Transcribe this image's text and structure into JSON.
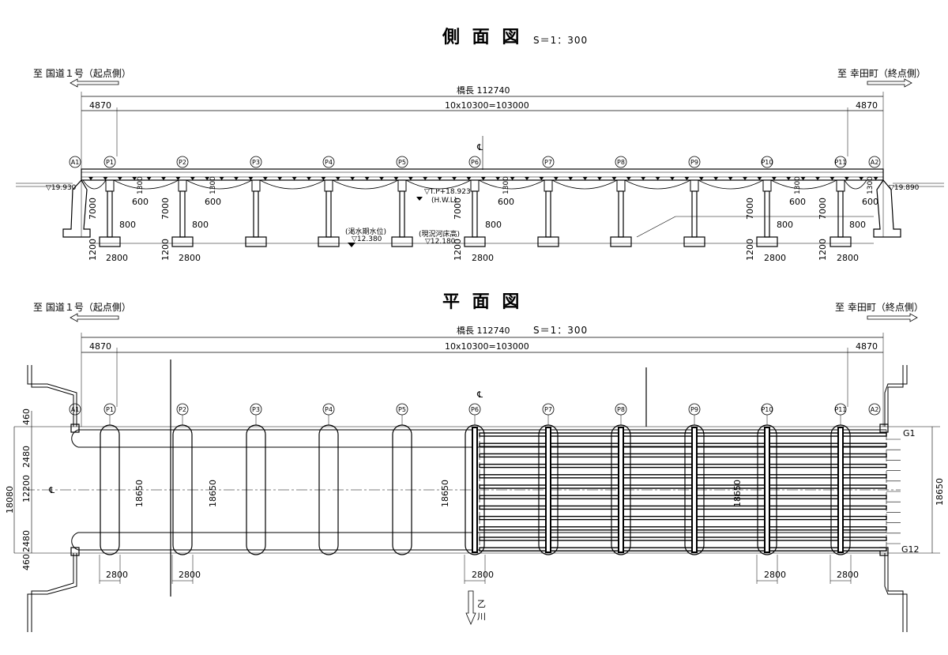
{
  "side_view": {
    "title": "側 面 図",
    "scale": "S＝1：300",
    "left_direction": "至 国道１号（起点側）",
    "right_direction": "至 幸田町（終点側）",
    "bridge_length": "橋長 112740",
    "end_span_left": "4870",
    "spans": "10x10300=103000",
    "end_span_right": "4870",
    "centerline": "℄",
    "supports": [
      "A1",
      "P1",
      "P2",
      "P3",
      "P4",
      "P5",
      "P6",
      "P7",
      "P8",
      "P9",
      "P10",
      "P11",
      "A2"
    ],
    "level_left": "▽19.930",
    "level_right": "▽19.890",
    "hwl": "▽T.P+18.923",
    "hwl_note": "(H.W.L)",
    "low_water_label": "(渇水期水位)",
    "low_water_value": "▽12.380",
    "riverbed_label": "(現況河床高)",
    "riverbed_value": "▽12.180",
    "dim_1300": "1300",
    "dim_600": "600",
    "dim_7000": "7000",
    "dim_800": "800",
    "dim_1200": "1200",
    "dim_2800": "2800"
  },
  "plan_view": {
    "title": "平 面 図",
    "scale": "S＝1：300",
    "left_direction": "至 国道１号（起点側）",
    "right_direction": "至 幸田町（終点側）",
    "bridge_length": "橋長 112740",
    "end_span_left": "4870",
    "spans": "10x10300=103000",
    "end_span_right": "4870",
    "centerline": "℄",
    "supports": [
      "A1",
      "P1",
      "P2",
      "P3",
      "P4",
      "P5",
      "P6",
      "P7",
      "P8",
      "P9",
      "P10",
      "P11",
      "A2"
    ],
    "width_total": "18080",
    "width_parts": [
      "460",
      "2480",
      "12200",
      "2480",
      "460"
    ],
    "pier_length": "18650",
    "footing_width": "2800",
    "girder_first": "G1",
    "girder_last": "G12",
    "river_name_1": "乙",
    "river_name_2": "川"
  }
}
